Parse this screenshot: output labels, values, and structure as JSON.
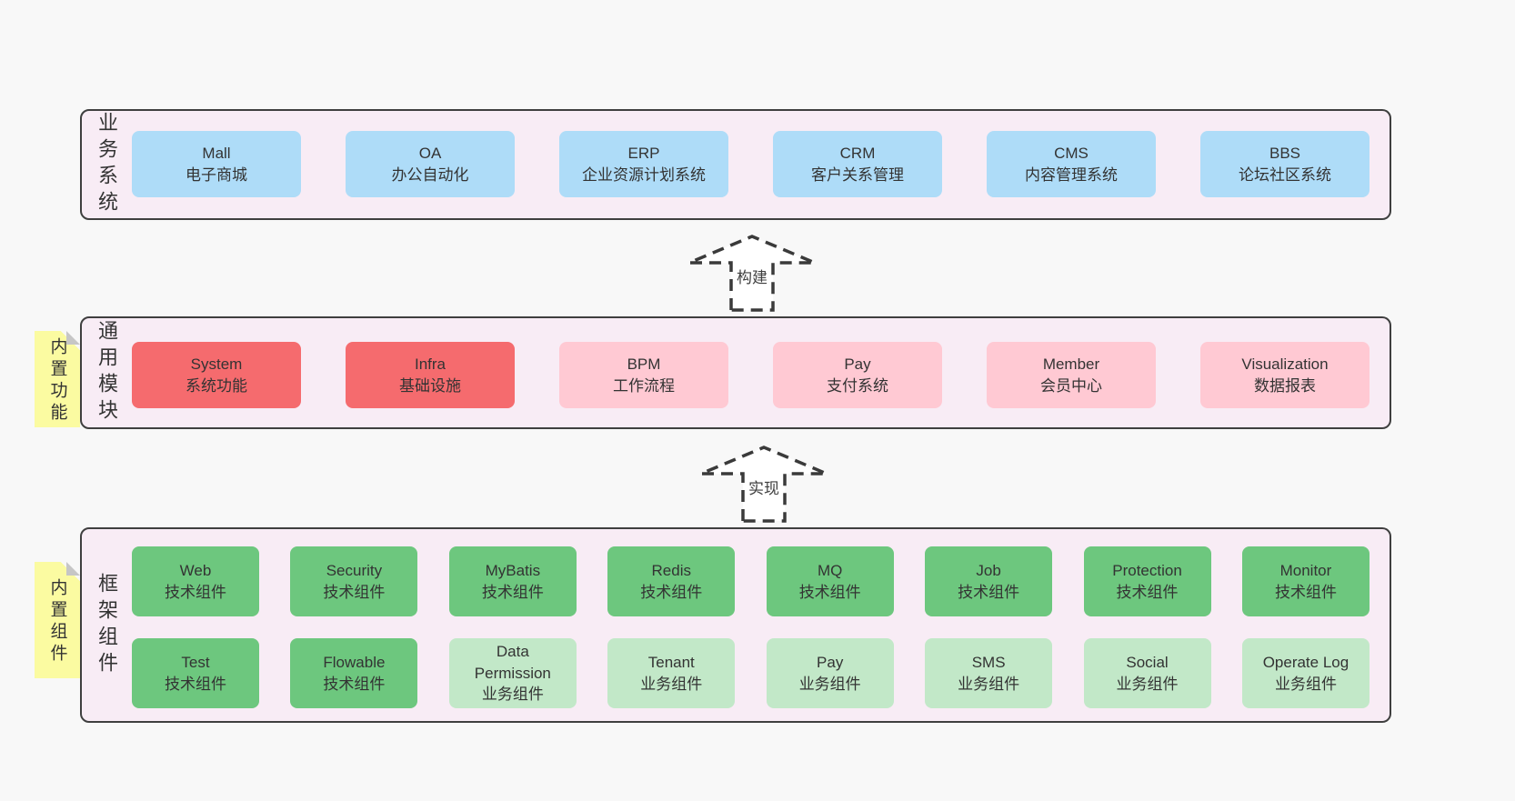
{
  "colors": {
    "page_bg": "#f8f8f8",
    "section_bg": "#f8ecf5",
    "section_border": "#3f3f3f",
    "box_blue": "#aedcf8",
    "box_red": "#f56b6e",
    "box_pink": "#ffc9d3",
    "box_green": "#6dc77e",
    "box_green_light": "#c2e8c8",
    "sticky_yellow": "#fbfba1",
    "fold_gray": "#c6c6c6",
    "text": "#333333"
  },
  "sections": [
    {
      "label": "业务系统",
      "tag": "",
      "rows": [
        [
          {
            "title": "Mall",
            "subtitle": "电子商城",
            "color": "blue"
          },
          {
            "title": "OA",
            "subtitle": "办公自动化",
            "color": "blue"
          },
          {
            "title": "ERP",
            "subtitle": "企业资源计划系统",
            "color": "blue"
          },
          {
            "title": "CRM",
            "subtitle": "客户关系管理",
            "color": "blue"
          },
          {
            "title": "CMS",
            "subtitle": "内容管理系统",
            "color": "blue"
          },
          {
            "title": "BBS",
            "subtitle": "论坛社区系统",
            "color": "blue"
          }
        ]
      ]
    },
    {
      "label": "通用模块",
      "tag": "内置功能",
      "rows": [
        [
          {
            "title": "System",
            "subtitle": "系统功能",
            "color": "red"
          },
          {
            "title": "Infra",
            "subtitle": "基础设施",
            "color": "red"
          },
          {
            "title": "BPM",
            "subtitle": "工作流程",
            "color": "pink"
          },
          {
            "title": "Pay",
            "subtitle": "支付系统",
            "color": "pink"
          },
          {
            "title": "Member",
            "subtitle": "会员中心",
            "color": "pink"
          },
          {
            "title": "Visualization",
            "subtitle": "数据报表",
            "color": "pink"
          }
        ]
      ]
    },
    {
      "label": "框架组件",
      "tag": "内置组件",
      "rows": [
        [
          {
            "title": "Web",
            "subtitle": "技术组件",
            "color": "green"
          },
          {
            "title": "Security",
            "subtitle": "技术组件",
            "color": "green"
          },
          {
            "title": "MyBatis",
            "subtitle": "技术组件",
            "color": "green"
          },
          {
            "title": "Redis",
            "subtitle": "技术组件",
            "color": "green"
          },
          {
            "title": "MQ",
            "subtitle": "技术组件",
            "color": "green"
          },
          {
            "title": "Job",
            "subtitle": "技术组件",
            "color": "green"
          },
          {
            "title": "Protection",
            "subtitle": "技术组件",
            "color": "green"
          },
          {
            "title": "Monitor",
            "subtitle": "技术组件",
            "color": "green"
          }
        ],
        [
          {
            "title": "Test",
            "subtitle": "技术组件",
            "color": "green"
          },
          {
            "title": "Flowable",
            "subtitle": "技术组件",
            "color": "green"
          },
          {
            "title": "Data Permission",
            "subtitle": "业务组件",
            "color": "green-light"
          },
          {
            "title": "Tenant",
            "subtitle": "业务组件",
            "color": "green-light"
          },
          {
            "title": "Pay",
            "subtitle": "业务组件",
            "color": "green-light"
          },
          {
            "title": "SMS",
            "subtitle": "业务组件",
            "color": "green-light"
          },
          {
            "title": "Social",
            "subtitle": "业务组件",
            "color": "green-light"
          },
          {
            "title": "Operate Log",
            "subtitle": "业务组件",
            "color": "green-light"
          }
        ]
      ]
    }
  ],
  "arrows": [
    {
      "label": "构建"
    },
    {
      "label": "实现"
    }
  ]
}
